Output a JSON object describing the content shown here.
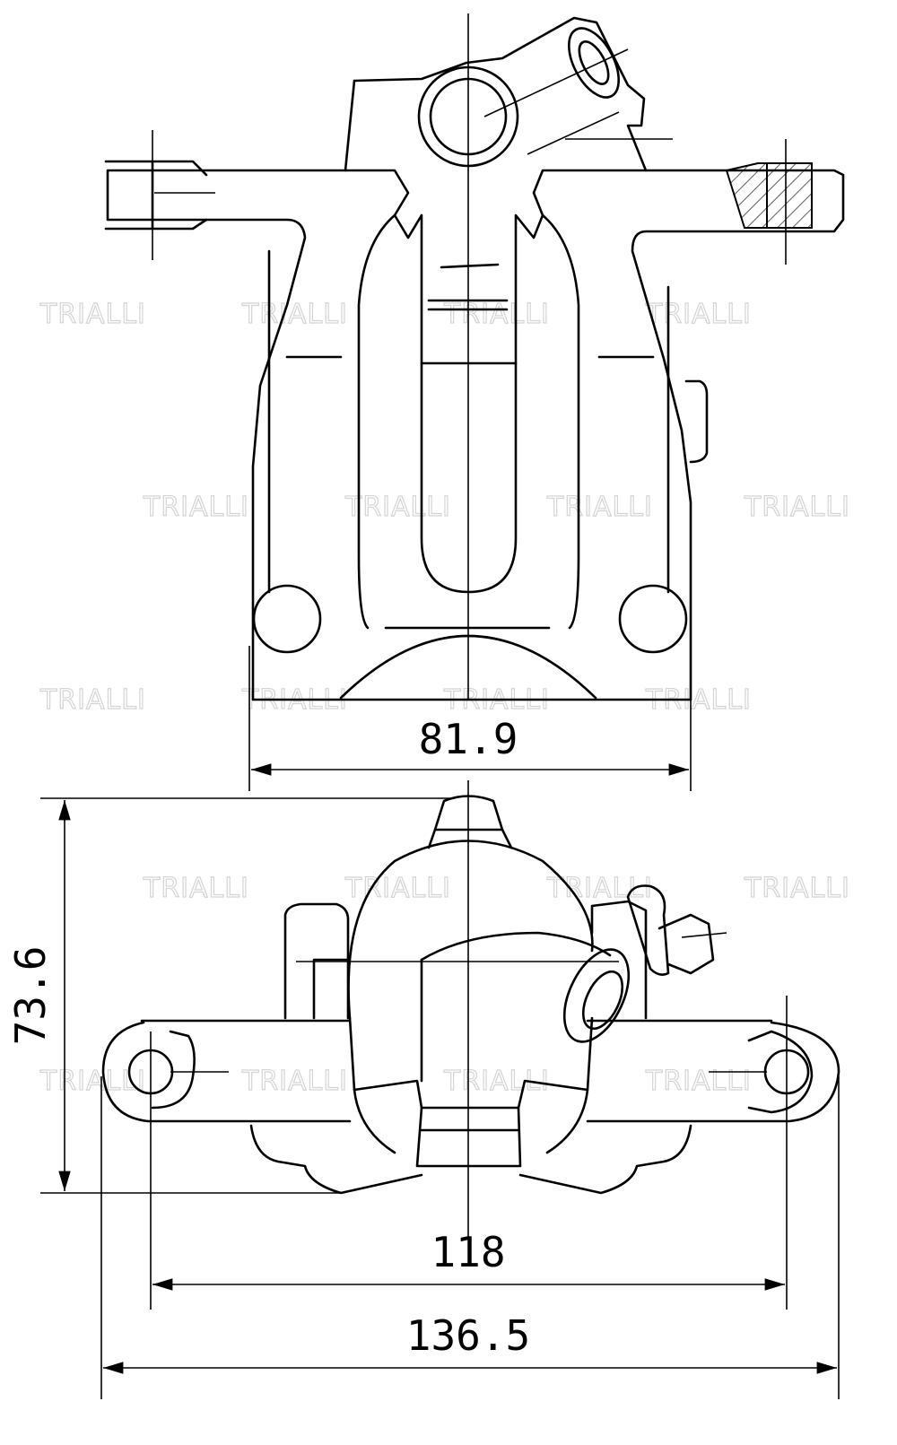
{
  "watermark": {
    "text": "TRIALLI"
  },
  "dimensions": {
    "top_width": "81.9",
    "height": "73.6",
    "bolt_spacing": "118",
    "overall_width": "136.5"
  }
}
